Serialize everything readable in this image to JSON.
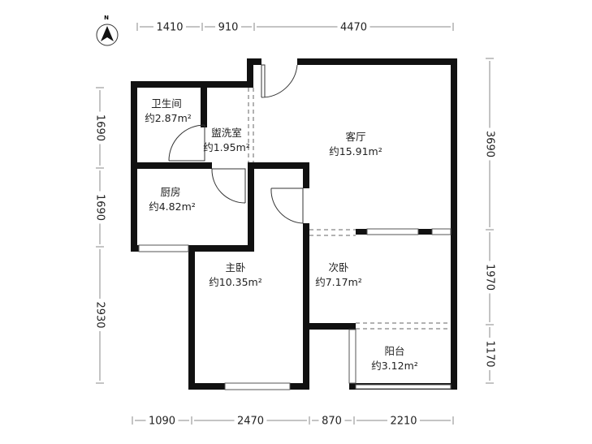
{
  "compass": {
    "label": "N"
  },
  "dimensions": {
    "top": [
      "1410",
      "910",
      "4470"
    ],
    "bottom": [
      "1090",
      "2470",
      "870",
      "2210"
    ],
    "left": [
      "1690",
      "1690",
      "2930"
    ],
    "right": [
      "3690",
      "1970",
      "1170"
    ]
  },
  "rooms": [
    {
      "name": "卫生间",
      "area": "约2.87m²"
    },
    {
      "name": "盥洗室",
      "area": "约1.95m²"
    },
    {
      "name": "厨房",
      "area": "约4.82m²"
    },
    {
      "name": "客厅",
      "area": "约15.91m²"
    },
    {
      "name": "主卧",
      "area": "约10.35m²"
    },
    {
      "name": "次卧",
      "area": "约7.17m²"
    },
    {
      "name": "阳台",
      "area": "约3.12m²"
    }
  ],
  "colors": {
    "wall": "#111111",
    "dimension": "#888888"
  }
}
